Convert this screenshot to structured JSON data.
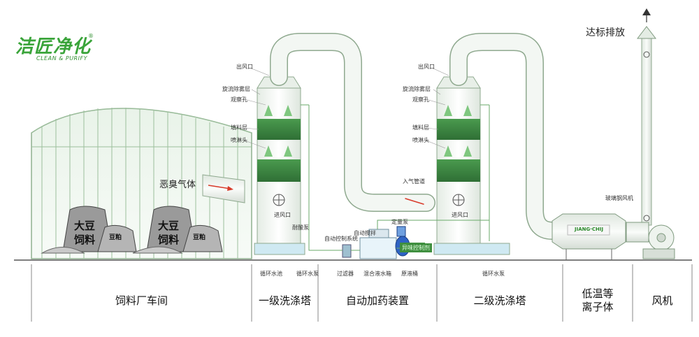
{
  "logo": {
    "brand_cn": "洁匠净化",
    "brand_en": "CLEAN & PURIFY",
    "registered": "®"
  },
  "labels": {
    "exhaust": "达标排放",
    "odor_gas": "恶臭气体",
    "tower1": {
      "outlet": "出风口",
      "demister": "旋流除雾层",
      "sight_hole": "观察孔",
      "packing": "填料层",
      "nozzle": "喷淋头",
      "inlet": "进风口",
      "acid_pump": "耐酸泵",
      "circ_pool": "循环水池",
      "circ_pump": "循环水泵"
    },
    "tower2": {
      "outlet": "出风口",
      "demister": "旋流除雾层",
      "sight_hole": "观察孔",
      "packing": "填料层",
      "nozzle": "喷淋头",
      "air_inlet_pipe": "入气管道",
      "inlet": "进风口",
      "circ_pump": "循环水泵"
    },
    "dosing": {
      "auto_control": "自动控制系统",
      "auto_stir": "自动搅拌",
      "meter_pump": "定量泵",
      "odor_panel": "异味控制剂",
      "filter": "过滤器",
      "mix_tank": "混合液水箱",
      "raw_tank": "原液桶"
    },
    "fan_label": "玻璃钢风机",
    "plasma_tag": "JIANG·CHIJ"
  },
  "bags": {
    "line1": "大豆",
    "line2": "饲料",
    "small": "豆粕"
  },
  "sections": [
    {
      "id": "workshop",
      "text": "饲料厂车间"
    },
    {
      "id": "tower1",
      "text": "一级洗涤塔"
    },
    {
      "id": "dosing",
      "text": "自动加药装置"
    },
    {
      "id": "tower2",
      "text": "二级洗涤塔"
    },
    {
      "id": "plasma",
      "text": "低温等\n离子体"
    },
    {
      "id": "fan",
      "text": "风机"
    }
  ],
  "colors": {
    "green_dark": "#2f7d3a",
    "green_light": "#cfe6cf",
    "pipe": "#e9efe9",
    "water": "#bfe3f2",
    "brand": "#3aa43a"
  }
}
